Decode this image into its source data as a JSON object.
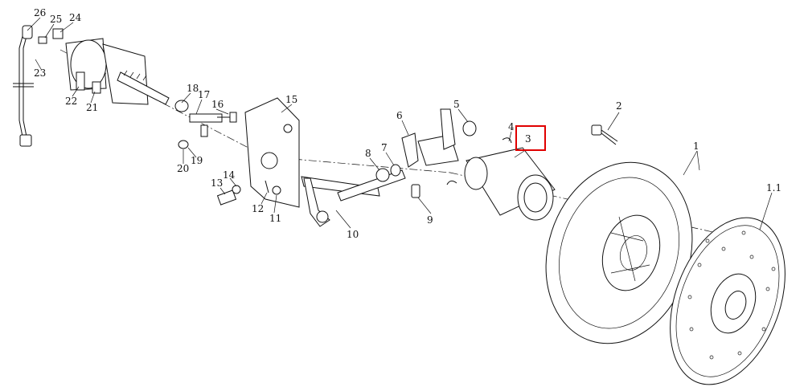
{
  "callouts": {
    "p1": "1",
    "p1_1": "1.1",
    "p2": "2",
    "p3": "3",
    "p4": "4",
    "p5": "5",
    "p6": "6",
    "p7": "7",
    "p8": "8",
    "p9": "9",
    "p10": "10",
    "p11": "11",
    "p12": "12",
    "p13": "13",
    "p14": "14",
    "p15": "15",
    "p16": "16",
    "p17": "17",
    "p18": "18",
    "p19": "19",
    "p20": "20",
    "p21": "21",
    "p22": "22",
    "p23": "23",
    "p24": "24",
    "p25": "25",
    "p26": "26"
  },
  "highlight": {
    "part": "3",
    "color": "#e00000"
  }
}
